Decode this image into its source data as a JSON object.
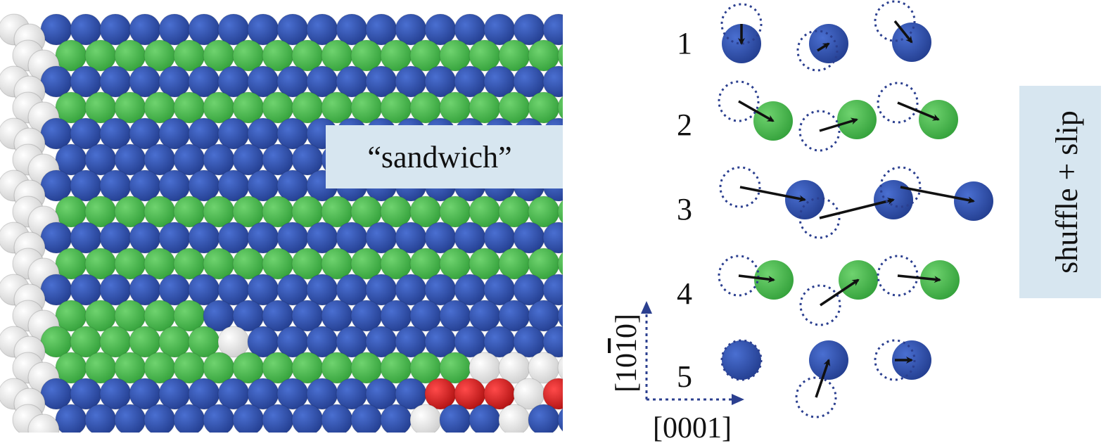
{
  "labels": {
    "sandwich": "“sandwich”",
    "shuffle_slip": "shuffle + slip",
    "axis_vertical": "[10",
    "axis_vertical_bar": "1",
    "axis_vertical_end": "0]",
    "axis_horizontal": "[0001]"
  },
  "rows": [
    "1",
    "2",
    "3",
    "4",
    "5"
  ],
  "colors": {
    "blue_atom": "#2f4fa8",
    "green_atom": "#45b54a",
    "white_atom": "#e6e6e6",
    "red_atom": "#d11f1f",
    "label_box": "#d7e6f0",
    "arrow": "#111111",
    "dotted": "#2b3f8f"
  },
  "legend_rows": [
    {
      "row": "1",
      "color": "blue"
    },
    {
      "row": "2",
      "color": "green"
    },
    {
      "row": "3",
      "color": "blue"
    },
    {
      "row": "4",
      "color": "green"
    },
    {
      "row": "5",
      "color": "blue"
    }
  ]
}
